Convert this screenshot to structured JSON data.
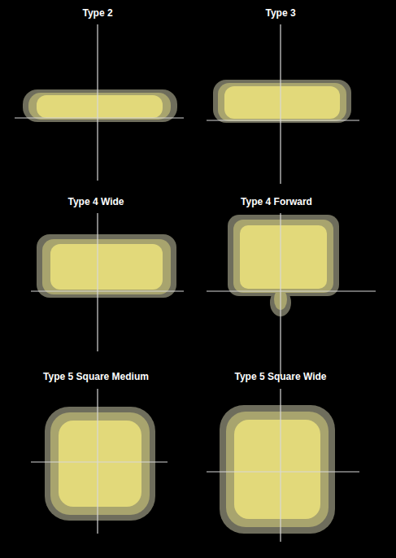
{
  "diagram": {
    "labels": [
      "Type 2",
      "Type 3",
      "Type 4 Wide",
      "Type 4 Forward",
      "Type 5 Square Medium",
      "Type 5 Square Wide"
    ]
  }
}
